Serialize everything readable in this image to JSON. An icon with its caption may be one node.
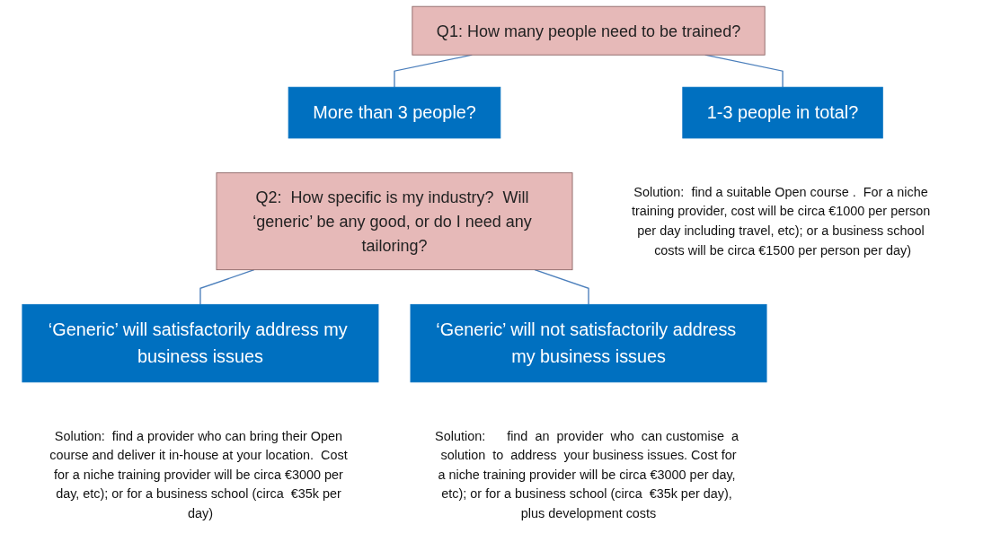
{
  "diagram": {
    "nodes": [
      {
        "text": [
          "Q1:  How many people need to be trained?"
        ]
      },
      {
        "text": [
          "1-3 people in total?"
        ],
        "beside": [
          "Solution:  find a suitable Open course .  For a niche training provider, cost will be circa €1000 per person per day including travel, etc); or a business school costs will be circa €1500 per person per day)"
        ]
      },
      {
        "text": [
          "More than 3 people?"
        ]
      },
      {
        "text": [
          "Q2:  How specific is my industry?  Will ‘generic’ be any good, or do I need any tailoring?"
        ]
      },
      {
        "text": [
          "‘Generic’ will satisfactorily address my business issues"
        ],
        "beside": [
          "Solution:  find a provider who can bring their Open course and deliver it in-house at your location.  Cost for a niche training provider will be circa €3000 per day, etc); or for a business school (circa  €35k per day)"
        ]
      },
      {
        "text": [
          "‘Generic’ will not satisfactorily address my business issues"
        ],
        "beside": [
          "Solution:      find  an  provider  who  can customise  a  solution  to  address  your business issues. Cost for a niche training provider will be circa €3000 per day, etc); or for a business school (circa  €35k per day), plus development costs"
        ]
      }
    ],
    "edges": [
      {
        "from": 0,
        "to": 1,
        "arrow": "none"
      },
      {
        "from": 0,
        "to": 2,
        "arrow": "none"
      },
      {
        "from": 3,
        "to": 4,
        "arrow": "none"
      },
      {
        "from": 3,
        "to": 5,
        "arrow": "none"
      }
    ]
  }
}
